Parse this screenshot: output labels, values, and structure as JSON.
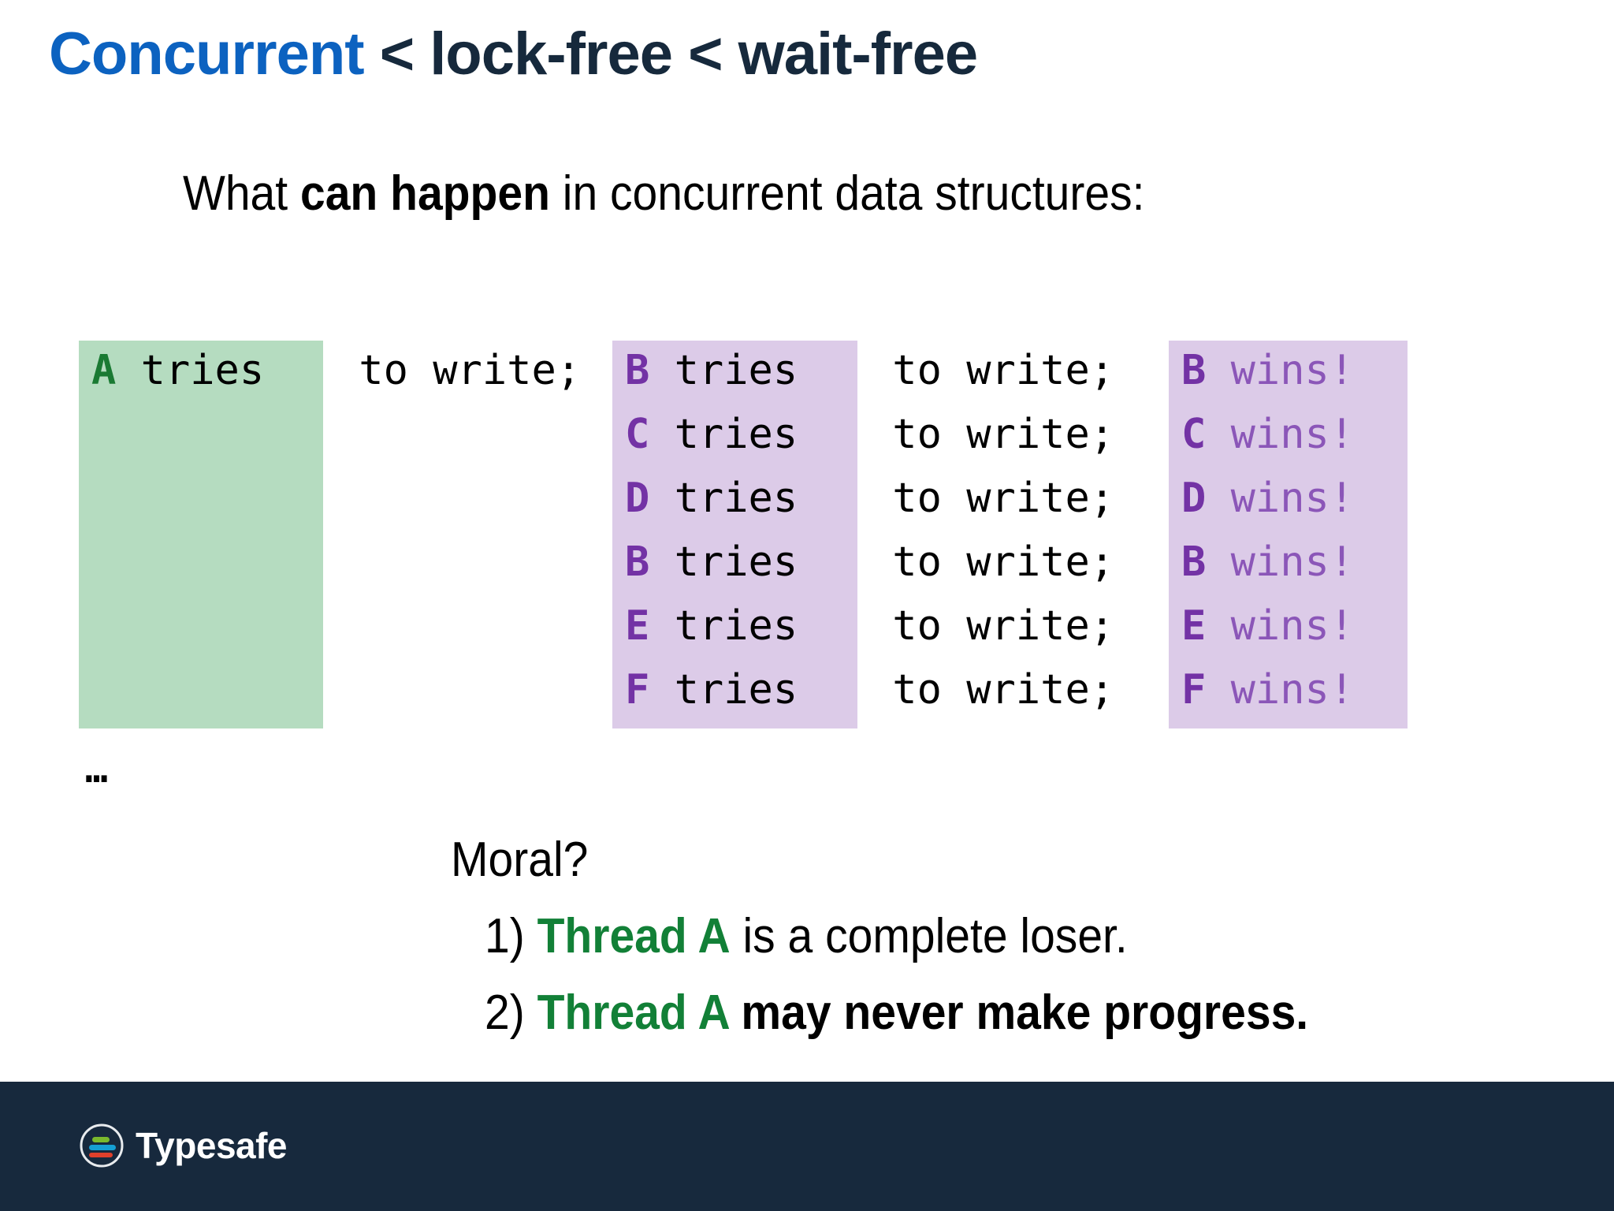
{
  "slide": {
    "background_color": "#FFFFFF",
    "title": {
      "highlight": "Concurrent",
      "rest": " < lock-free < wait-free",
      "highlight_color": "#0C62C0",
      "rest_color": "#16293C"
    },
    "subtitle": {
      "prefix": "What ",
      "bold": "can happen",
      "suffix": " in concurrent data structures:"
    }
  },
  "code_block": {
    "font": "monospace",
    "green_highlight_color": "#B5DCC0",
    "purple_highlight_color": "#DCCBE8",
    "thread_a_color": "#1A7A33",
    "thread_other_color": "#7332A5",
    "wins_color": "#8B56B8",
    "column_a": {
      "thread": "A",
      "action": " tries",
      "tail": " to write;"
    },
    "rows": [
      {
        "thread": "B",
        "action": " tries",
        "tail": " to write;",
        "result": " wins!"
      },
      {
        "thread": "C",
        "action": " tries",
        "tail": " to write;",
        "result": " wins!"
      },
      {
        "thread": "D",
        "action": " tries",
        "tail": " to write;",
        "result": " wins!"
      },
      {
        "thread": "B",
        "action": " tries",
        "tail": " to write;",
        "result": " wins!"
      },
      {
        "thread": "E",
        "action": " tries",
        "tail": " to write;",
        "result": " wins!"
      },
      {
        "thread": "F",
        "action": " tries",
        "tail": " to write;",
        "result": " wins!"
      }
    ],
    "ellipsis": "…"
  },
  "moral": {
    "heading": "Moral?",
    "items": [
      {
        "number": "1) ",
        "green": "Thread A",
        "rest": " is a complete loser.",
        "rest_bold": false
      },
      {
        "number": "2) ",
        "green": "Thread A",
        "rest": " may never make progress.",
        "rest_bold": true
      }
    ]
  },
  "footer": {
    "background_color": "#17293D",
    "brand": "Typesafe",
    "logo_bar_colors": [
      "#7AB92D",
      "#159FD4",
      "#E0402B"
    ]
  }
}
